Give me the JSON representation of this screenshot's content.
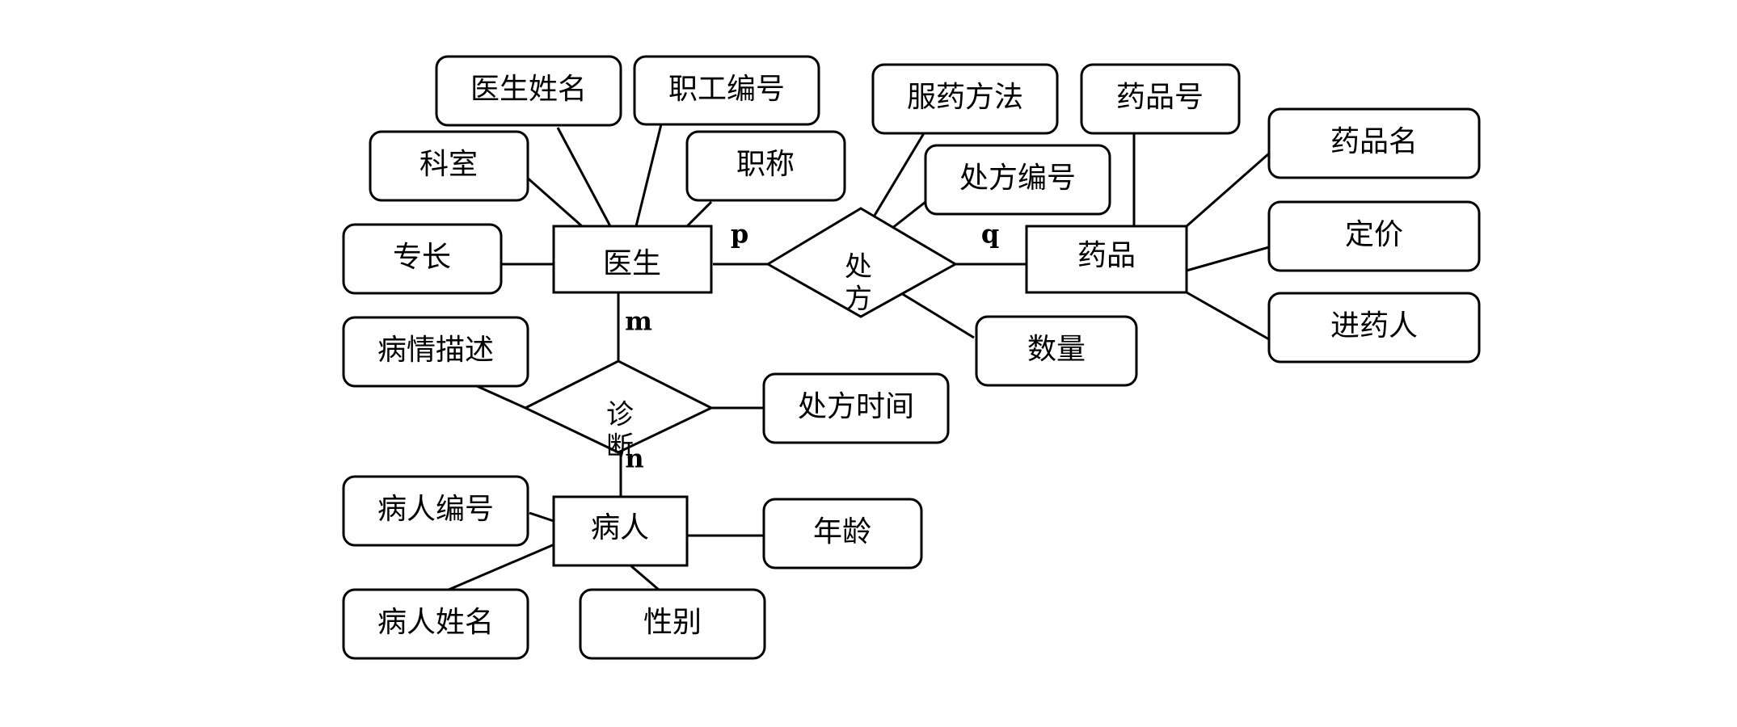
{
  "entities": {
    "doctor": "医生",
    "drug": "药品",
    "patient": "病人"
  },
  "relationships": {
    "prescription": [
      "处",
      "方"
    ],
    "diagnosis": [
      "诊",
      "断"
    ]
  },
  "cardinalities": {
    "doctor_prescription": "p",
    "prescription_drug": "q",
    "doctor_diagnosis": "m",
    "diagnosis_patient": "n"
  },
  "attributes": {
    "doctor_name": "医生姓名",
    "staff_no": "职工编号",
    "department": "科室",
    "title": "职称",
    "specialty": "专长",
    "usage": "服药方法",
    "prescription_no": "处方编号",
    "drug_no": "药品号",
    "drug_name": "药品名",
    "price": "定价",
    "purchaser": "进药人",
    "quantity": "数量",
    "condition": "病情描述",
    "prescription_time": "处方时间",
    "patient_no": "病人编号",
    "age": "年龄",
    "patient_name": "病人姓名",
    "gender": "性别"
  }
}
